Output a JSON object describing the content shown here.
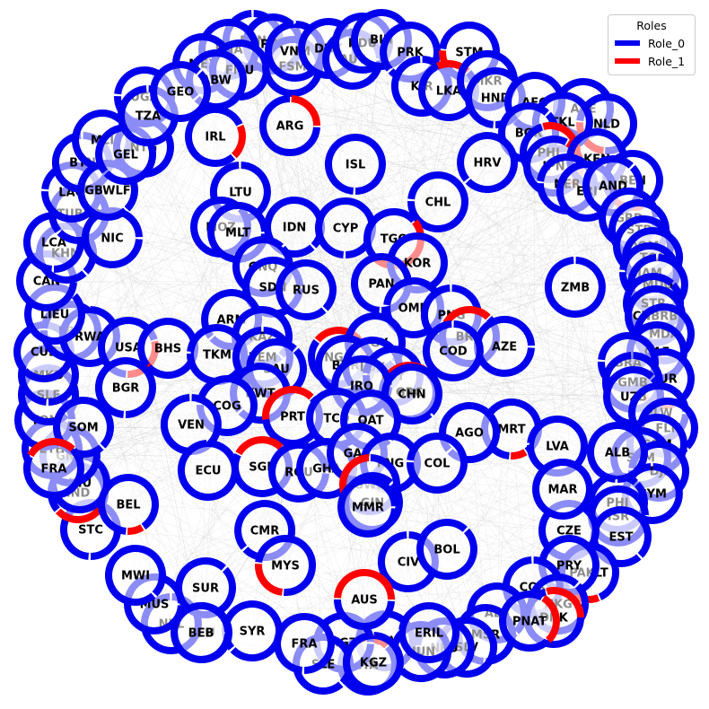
{
  "legend": {
    "title": "Roles",
    "items": [
      {
        "label": "Role_0",
        "color": "#0000ee"
      },
      {
        "label": "Role_1",
        "color": "#ff0000"
      }
    ]
  },
  "nodes": [
    {
      "id": "BEN",
      "r1": 0.0
    },
    {
      "id": "PYF",
      "r1": 0.0
    },
    {
      "id": "KNA",
      "r1": 0.0
    },
    {
      "id": "MEX",
      "r1": 0.0
    },
    {
      "id": "FMU",
      "r1": 0.0
    },
    {
      "id": "ABW",
      "r1": 0.0
    },
    {
      "id": "FSM",
      "r1": 0.0
    },
    {
      "id": "VNM",
      "r1": 0.0
    },
    {
      "id": "DNK",
      "r1": 0.0
    },
    {
      "id": "AUT",
      "r1": 0.0
    },
    {
      "id": "HDU",
      "r1": 0.0
    },
    {
      "id": "BIH",
      "r1": 0.0
    },
    {
      "id": "PRK",
      "r1": 0.0
    },
    {
      "id": "STM",
      "r1": 0.1
    },
    {
      "id": "KIR",
      "r1": 0.0
    },
    {
      "id": "LKA",
      "r1": 0.2
    },
    {
      "id": "MKR",
      "r1": 0.0
    },
    {
      "id": "ARE",
      "r1": 0.0
    },
    {
      "id": "HND",
      "r1": 0.0
    },
    {
      "id": "AFG",
      "r1": 0.0
    },
    {
      "id": "NLD",
      "r1": 0.25
    },
    {
      "id": "TKL",
      "r1": 0.0
    },
    {
      "id": "BGR",
      "r1": 0.0
    },
    {
      "id": "PHL",
      "r1": 0.3
    },
    {
      "id": "JPN",
      "r1": 0.3
    },
    {
      "id": "KEN",
      "r1": 0.0
    },
    {
      "id": "BEN2",
      "r1": 0.2
    },
    {
      "id": "NER",
      "r1": 0.0
    },
    {
      "id": "ERI",
      "r1": 0.0
    },
    {
      "id": "AND",
      "r1": 0.0
    },
    {
      "id": "GRD",
      "r1": 0.0
    },
    {
      "id": "STP",
      "r1": 0.0
    },
    {
      "id": "DOM",
      "r1": 0.0
    },
    {
      "id": "TCA",
      "r1": 0.0
    },
    {
      "id": "JAM",
      "r1": 0.0
    },
    {
      "id": "MDG",
      "r1": 0.0
    },
    {
      "id": "STR",
      "r1": 0.0
    },
    {
      "id": "CNBRB",
      "r1": 0.0
    },
    {
      "id": "MDA",
      "r1": 0.0
    },
    {
      "id": "CAF",
      "r1": 0.0
    },
    {
      "id": "TUR",
      "r1": 0.2
    },
    {
      "id": "BRA",
      "r1": 0.0
    },
    {
      "id": "GMB",
      "r1": 0.0
    },
    {
      "id": "UZB",
      "r1": 0.0
    },
    {
      "id": "PLW",
      "r1": 0.0
    },
    {
      "id": "FLK",
      "r1": 0.0
    },
    {
      "id": "COM",
      "r1": 0.0
    },
    {
      "id": "SPM",
      "r1": 0.0
    },
    {
      "id": "DJI",
      "r1": 0.0
    },
    {
      "id": "CYM",
      "r1": 0.0
    },
    {
      "id": "PHI",
      "r1": 0.0
    },
    {
      "id": "ISR",
      "r1": 0.0
    },
    {
      "id": "EST",
      "r1": 0.0
    },
    {
      "id": "CZE",
      "r1": 0.0
    },
    {
      "id": "PAKLT",
      "r1": 0.2
    },
    {
      "id": "PRY",
      "r1": 0.0
    },
    {
      "id": "COK",
      "r1": 0.0
    },
    {
      "id": "NKG",
      "r1": 0.0
    },
    {
      "id": "DNK2",
      "r1": 0.3
    },
    {
      "id": "ALB",
      "r1": 0.0
    },
    {
      "id": "MSR",
      "r1": 0.0
    },
    {
      "id": "SLV",
      "r1": 0.0
    },
    {
      "id": "NRU",
      "r1": 0.0
    },
    {
      "id": "CPV",
      "r1": 0.0
    },
    {
      "id": "ITA",
      "r1": 0.2
    },
    {
      "id": "PKZ",
      "r1": 0.0
    },
    {
      "id": "SLE2",
      "r1": 0.0
    },
    {
      "id": "FRA2",
      "r1": 0.0
    },
    {
      "id": "SYR",
      "r1": 0.0
    },
    {
      "id": "BEU",
      "r1": 0.0
    },
    {
      "id": "NPL",
      "r1": 0.0
    },
    {
      "id": "SUR",
      "r1": 0.0
    },
    {
      "id": "MUS",
      "r1": 0.0
    },
    {
      "id": "MWI",
      "r1": 0.0
    },
    {
      "id": "STC",
      "r1": 0.0
    },
    {
      "id": "IND",
      "r1": 0.3
    },
    {
      "id": "NIU",
      "r1": 0.0
    },
    {
      "id": "GNB",
      "r1": 0.0
    },
    {
      "id": "ETH",
      "r1": 0.0
    },
    {
      "id": "TON",
      "r1": 0.0
    },
    {
      "id": "SLE",
      "r1": 0.0
    },
    {
      "id": "MKD",
      "r1": 0.0
    },
    {
      "id": "CUB",
      "r1": 0.0
    },
    {
      "id": "LBR",
      "r1": 0.0
    },
    {
      "id": "RWA",
      "r1": 0.0
    },
    {
      "id": "LIE",
      "r1": 0.0
    },
    {
      "id": "CAN",
      "r1": 0.0
    },
    {
      "id": "KHM",
      "r1": 0.0
    },
    {
      "id": "LCA",
      "r1": 0.0
    },
    {
      "id": "TUBBR",
      "r1": 0.0
    },
    {
      "id": "LAO",
      "r1": 0.0
    },
    {
      "id": "BTN",
      "r1": 0.0
    },
    {
      "id": "MLI",
      "r1": 0.0
    },
    {
      "id": "NIC",
      "r1": 0.0
    },
    {
      "id": "COBEF",
      "r1": 0.0
    },
    {
      "id": "NTG",
      "r1": 0.0
    },
    {
      "id": "GEL",
      "r1": 0.0
    },
    {
      "id": "UGA",
      "r1": 0.0
    },
    {
      "id": "TZA",
      "r1": 0.0
    },
    {
      "id": "GEO",
      "r1": 0.0
    },
    {
      "id": "ARG",
      "r1": 0.25
    },
    {
      "id": "IRL",
      "r1": 0.2
    },
    {
      "id": "ISL",
      "r1": 0.0
    },
    {
      "id": "HRV",
      "r1": 0.0
    },
    {
      "id": "CHL",
      "r1": 0.0
    },
    {
      "id": "LTU",
      "r1": 0.0
    },
    {
      "id": "MOZ",
      "r1": 0.0
    },
    {
      "id": "MLT",
      "r1": 0.0
    },
    {
      "id": "IDN",
      "r1": 0.0
    },
    {
      "id": "CYP",
      "r1": 0.0
    },
    {
      "id": "TGO",
      "r1": 0.5
    },
    {
      "id": "KOR",
      "r1": 0.0
    },
    {
      "id": "ZMB",
      "r1": 0.0
    },
    {
      "id": "GNQ",
      "r1": 0.0
    },
    {
      "id": "SDN",
      "r1": 0.0
    },
    {
      "id": "RUS",
      "r1": 0.0
    },
    {
      "id": "PAN",
      "r1": 0.0
    },
    {
      "id": "ARM",
      "r1": 0.0
    },
    {
      "id": "OMN",
      "r1": 0.0
    },
    {
      "id": "PNG",
      "r1": 0.0
    },
    {
      "id": "BRN",
      "r1": 0.3
    },
    {
      "id": "AZE",
      "r1": 0.0
    },
    {
      "id": "KAZ",
      "r1": 0.0
    },
    {
      "id": "USA",
      "r1": 0.3
    },
    {
      "id": "BHS",
      "r1": 0.0
    },
    {
      "id": "TKM",
      "r1": 0.0
    },
    {
      "id": "YEM",
      "r1": 0.0
    },
    {
      "id": "SAU",
      "r1": 0.0
    },
    {
      "id": "NGA",
      "r1": 0.4
    },
    {
      "id": "EGY",
      "r1": 0.0
    },
    {
      "id": "BHR",
      "r1": 0.0
    },
    {
      "id": "LUX",
      "r1": 0.0
    },
    {
      "id": "LBY",
      "r1": 0.0
    },
    {
      "id": "COD",
      "r1": 0.0
    },
    {
      "id": "GRC",
      "r1": 0.3
    },
    {
      "id": "IRQ",
      "r1": 0.0
    },
    {
      "id": "CHN",
      "r1": 0.0
    },
    {
      "id": "BGR2",
      "r1": 0.0
    },
    {
      "id": "KWT",
      "r1": 0.0
    },
    {
      "id": "COG",
      "r1": 0.0
    },
    {
      "id": "VEN",
      "r1": 0.0
    },
    {
      "id": "PRT",
      "r1": 0.4
    },
    {
      "id": "TCD",
      "r1": 0.0
    },
    {
      "id": "QAT",
      "r1": 0.0
    },
    {
      "id": "MRT",
      "r1": 0.1
    },
    {
      "id": "AGO",
      "r1": 0.0
    },
    {
      "id": "LVA",
      "r1": 0.0
    },
    {
      "id": "ECU",
      "r1": 0.0
    },
    {
      "id": "SGP",
      "r1": 0.3
    },
    {
      "id": "ROU",
      "r1": 0.0
    },
    {
      "id": "GHA",
      "r1": 0.0
    },
    {
      "id": "GAB",
      "r1": 0.0
    },
    {
      "id": "FNG",
      "r1": 0.0
    },
    {
      "id": "COL",
      "r1": 0.0
    },
    {
      "id": "SWE",
      "r1": 0.3
    },
    {
      "id": "GIN",
      "r1": 0.0
    },
    {
      "id": "MMR",
      "r1": 0.0
    },
    {
      "id": "MAR",
      "r1": 0.0
    },
    {
      "id": "BEL",
      "r1": 0.1
    },
    {
      "id": "CMR",
      "r1": 0.0
    },
    {
      "id": "MYS",
      "r1": 0.25
    },
    {
      "id": "CIV",
      "r1": 0.0
    },
    {
      "id": "BOL",
      "r1": 0.0
    },
    {
      "id": "AUS",
      "r1": 0.5
    },
    {
      "id": "SOM",
      "r1": 0.0
    },
    {
      "id": "ALR",
      "r1": 0.0
    },
    {
      "id": "HUN",
      "r1": 0.0
    },
    {
      "id": "ERIL",
      "r1": 0.0
    },
    {
      "id": "KGZ",
      "r1": 0.0
    },
    {
      "id": "FRA",
      "r1": 0.3
    },
    {
      "id": "BEB",
      "r1": 0.0
    },
    {
      "id": "PNAT",
      "r1": 0.3
    }
  ],
  "labels": [
    {
      "id": "BEN",
      "text": "BEN"
    },
    {
      "id": "PYF",
      "text": "PYF"
    },
    {
      "id": "KNA",
      "text": "KNA"
    },
    {
      "id": "MEX",
      "text": "MEX"
    },
    {
      "id": "FMU",
      "text": "FMU"
    },
    {
      "id": "ABW",
      "text": "ABW"
    },
    {
      "id": "FSM",
      "text": "FSM"
    },
    {
      "id": "VNM",
      "text": "VNM"
    },
    {
      "id": "DNK",
      "text": "DNK"
    },
    {
      "id": "AUT",
      "text": "AUT"
    },
    {
      "id": "HDU",
      "text": "HDU"
    },
    {
      "id": "BIH",
      "text": "BIH"
    },
    {
      "id": "PRK",
      "text": "PRK"
    },
    {
      "id": "STM",
      "text": "STM"
    },
    {
      "id": "KIR",
      "text": "KIR"
    },
    {
      "id": "LKA",
      "text": "LKA"
    },
    {
      "id": "MKR",
      "text": "MKR"
    },
    {
      "id": "ARE",
      "text": "ARE"
    },
    {
      "id": "HND",
      "text": "HND"
    },
    {
      "id": "AFG",
      "text": "AFG"
    },
    {
      "id": "NLD",
      "text": "NLD"
    },
    {
      "id": "TKL",
      "text": "TKL"
    },
    {
      "id": "BGR",
      "text": "BGR"
    },
    {
      "id": "PHL",
      "text": "PHL"
    },
    {
      "id": "JPN",
      "text": "JPN"
    },
    {
      "id": "KEN",
      "text": "KEN"
    },
    {
      "id": "BEN2",
      "text": "BEN"
    },
    {
      "id": "NER",
      "text": "NER"
    },
    {
      "id": "ERI",
      "text": "ERI"
    },
    {
      "id": "AND",
      "text": "AND"
    },
    {
      "id": "GRD",
      "text": "GRD"
    },
    {
      "id": "STP",
      "text": "STP"
    },
    {
      "id": "DOM",
      "text": "DOM"
    },
    {
      "id": "TCA",
      "text": "TCA"
    },
    {
      "id": "JAM",
      "text": "JAM"
    },
    {
      "id": "MDG",
      "text": "MDG"
    },
    {
      "id": "STR",
      "text": "STR"
    },
    {
      "id": "CNBRB",
      "text": "CNBRB"
    },
    {
      "id": "MDA",
      "text": "MDA"
    },
    {
      "id": "CAF",
      "text": "CAF"
    },
    {
      "id": "TUR",
      "text": "TUR"
    },
    {
      "id": "BRA",
      "text": "BRA"
    },
    {
      "id": "GMB",
      "text": "GMB"
    },
    {
      "id": "UZB",
      "text": "UZB"
    },
    {
      "id": "PLW",
      "text": "PLW"
    },
    {
      "id": "FLK",
      "text": "FLK"
    },
    {
      "id": "COM",
      "text": "COM"
    },
    {
      "id": "SPM",
      "text": "SPM"
    },
    {
      "id": "DJI",
      "text": "DJI"
    },
    {
      "id": "CYM",
      "text": "CYM"
    },
    {
      "id": "PHI",
      "text": "PHI"
    },
    {
      "id": "ISR",
      "text": "ISR"
    },
    {
      "id": "EST",
      "text": "EST"
    },
    {
      "id": "CZE",
      "text": "CZE"
    },
    {
      "id": "PAKLT",
      "text": "PAKLT"
    },
    {
      "id": "PRY",
      "text": "PRY"
    },
    {
      "id": "COK",
      "text": "COK"
    },
    {
      "id": "NKG",
      "text": "NKG"
    },
    {
      "id": "DNK2",
      "text": "DNK"
    },
    {
      "id": "ALB",
      "text": "ALB"
    },
    {
      "id": "MSR",
      "text": "MSR"
    },
    {
      "id": "SLV",
      "text": "SLV"
    },
    {
      "id": "NRU",
      "text": "NRU"
    },
    {
      "id": "CPV",
      "text": "CPV"
    },
    {
      "id": "ITA",
      "text": "ITA"
    },
    {
      "id": "PKZ",
      "text": "KGZ"
    },
    {
      "id": "SLE2",
      "text": "SLE"
    },
    {
      "id": "FRA2",
      "text": "FRA"
    },
    {
      "id": "SYR",
      "text": "SYR"
    },
    {
      "id": "BEU",
      "text": "BEU"
    },
    {
      "id": "NPL",
      "text": "NPL"
    },
    {
      "id": "SUR",
      "text": "SUR"
    },
    {
      "id": "MUS",
      "text": "MUS"
    },
    {
      "id": "MWI",
      "text": "MWI"
    },
    {
      "id": "STC",
      "text": "STC"
    },
    {
      "id": "IND",
      "text": "IND"
    },
    {
      "id": "NIU",
      "text": "NIU"
    },
    {
      "id": "GNB",
      "text": "GNB"
    },
    {
      "id": "ETH",
      "text": "ETH"
    },
    {
      "id": "TON",
      "text": "TON"
    },
    {
      "id": "SLE",
      "text": "SLE"
    },
    {
      "id": "MKD",
      "text": "MKD"
    },
    {
      "id": "CUB",
      "text": "CUB"
    },
    {
      "id": "LBR",
      "text": "LBR"
    },
    {
      "id": "RWA",
      "text": "RWA"
    },
    {
      "id": "LIE",
      "text": "LIEU"
    },
    {
      "id": "CAN",
      "text": "CAN"
    },
    {
      "id": "KHM",
      "text": "KHM"
    },
    {
      "id": "LCA",
      "text": "LCA"
    },
    {
      "id": "TUBBR",
      "text": "TUBBR"
    },
    {
      "id": "LAO",
      "text": "LAO"
    },
    {
      "id": "BTN",
      "text": "BTN"
    },
    {
      "id": "MLI",
      "text": "MLI"
    },
    {
      "id": "NIC",
      "text": "NIC"
    },
    {
      "id": "COBEF",
      "text": "GBWLF"
    },
    {
      "id": "NTG",
      "text": "NTG"
    },
    {
      "id": "GEL",
      "text": "GEL"
    },
    {
      "id": "UGA",
      "text": "UGA"
    },
    {
      "id": "TZA",
      "text": "TZA"
    },
    {
      "id": "GEO",
      "text": "GEO"
    },
    {
      "id": "ARG",
      "text": "ARG"
    },
    {
      "id": "IRL",
      "text": "IRL"
    },
    {
      "id": "ISL",
      "text": "ISL"
    },
    {
      "id": "HRV",
      "text": "HRV"
    },
    {
      "id": "CHL",
      "text": "CHL"
    },
    {
      "id": "LTU",
      "text": "LTU"
    },
    {
      "id": "MOZ",
      "text": "MOZ"
    },
    {
      "id": "MLT",
      "text": "MLT"
    },
    {
      "id": "IDN",
      "text": "IDN"
    },
    {
      "id": "CYP",
      "text": "CYP"
    },
    {
      "id": "TGO",
      "text": "TGO"
    },
    {
      "id": "KOR",
      "text": "KOR"
    },
    {
      "id": "ZMB",
      "text": "ZMB"
    },
    {
      "id": "GNQ",
      "text": "GNQ"
    },
    {
      "id": "SDN",
      "text": "SDN"
    },
    {
      "id": "RUS",
      "text": "RUS"
    },
    {
      "id": "PAN",
      "text": "PAN"
    },
    {
      "id": "ARM",
      "text": "ARM"
    },
    {
      "id": "OMN",
      "text": "OMN"
    },
    {
      "id": "PNG",
      "text": "PNG"
    },
    {
      "id": "BRN",
      "text": "BRN"
    },
    {
      "id": "AZE",
      "text": "AZE"
    },
    {
      "id": "KAZ",
      "text": "KAZ"
    },
    {
      "id": "USA",
      "text": "USA"
    },
    {
      "id": "BHS",
      "text": "BHS"
    },
    {
      "id": "TKM",
      "text": "TKM"
    },
    {
      "id": "YEM",
      "text": "YEM"
    },
    {
      "id": "SAU",
      "text": "SAU"
    },
    {
      "id": "NGA",
      "text": "NGA"
    },
    {
      "id": "EGY",
      "text": "EGY"
    },
    {
      "id": "BHR",
      "text": "BHR"
    },
    {
      "id": "LUX",
      "text": "LUX"
    },
    {
      "id": "LBY",
      "text": "LBY"
    },
    {
      "id": "COD",
      "text": "COD"
    },
    {
      "id": "GRC",
      "text": "GRC"
    },
    {
      "id": "IRQ",
      "text": "IRQ"
    },
    {
      "id": "CHN",
      "text": "CHN"
    },
    {
      "id": "BGR2",
      "text": "BGR"
    },
    {
      "id": "KWT",
      "text": "KWT"
    },
    {
      "id": "COG",
      "text": "COG"
    },
    {
      "id": "VEN",
      "text": "VEN"
    },
    {
      "id": "PRT",
      "text": "PRT"
    },
    {
      "id": "TCD",
      "text": "TCD"
    },
    {
      "id": "QAT",
      "text": "QAT"
    },
    {
      "id": "MRT",
      "text": "MRT"
    },
    {
      "id": "AGO",
      "text": "AGO"
    },
    {
      "id": "LVA",
      "text": "LVA"
    },
    {
      "id": "ECU",
      "text": "ECU"
    },
    {
      "id": "SGP",
      "text": "SGP"
    },
    {
      "id": "ROU",
      "text": "ROU"
    },
    {
      "id": "GHA",
      "text": "GHA"
    },
    {
      "id": "GAB",
      "text": "GAB"
    },
    {
      "id": "FNG",
      "text": "FNG"
    },
    {
      "id": "COL",
      "text": "COL"
    },
    {
      "id": "SWE",
      "text": "SWE"
    },
    {
      "id": "GIN",
      "text": "GIN"
    },
    {
      "id": "MMR",
      "text": "MMR"
    },
    {
      "id": "MAR",
      "text": "MAR"
    },
    {
      "id": "BEL",
      "text": "BEL"
    },
    {
      "id": "CMR",
      "text": "CMR"
    },
    {
      "id": "MYS",
      "text": "MYS"
    },
    {
      "id": "CIV",
      "text": "CIV"
    },
    {
      "id": "BOL",
      "text": "BOL"
    },
    {
      "id": "AUS",
      "text": "AUS"
    },
    {
      "id": "SOM",
      "text": "SOM"
    },
    {
      "id": "ALR",
      "text": "ALB"
    },
    {
      "id": "HUN",
      "text": "HUN"
    },
    {
      "id": "ERIL",
      "text": "ERIL"
    },
    {
      "id": "KGZ",
      "text": "KGZ"
    },
    {
      "id": "FRA",
      "text": "FRA"
    },
    {
      "id": "BEB",
      "text": "BEB"
    },
    {
      "id": "PNAT",
      "text": "PNAT"
    }
  ]
}
